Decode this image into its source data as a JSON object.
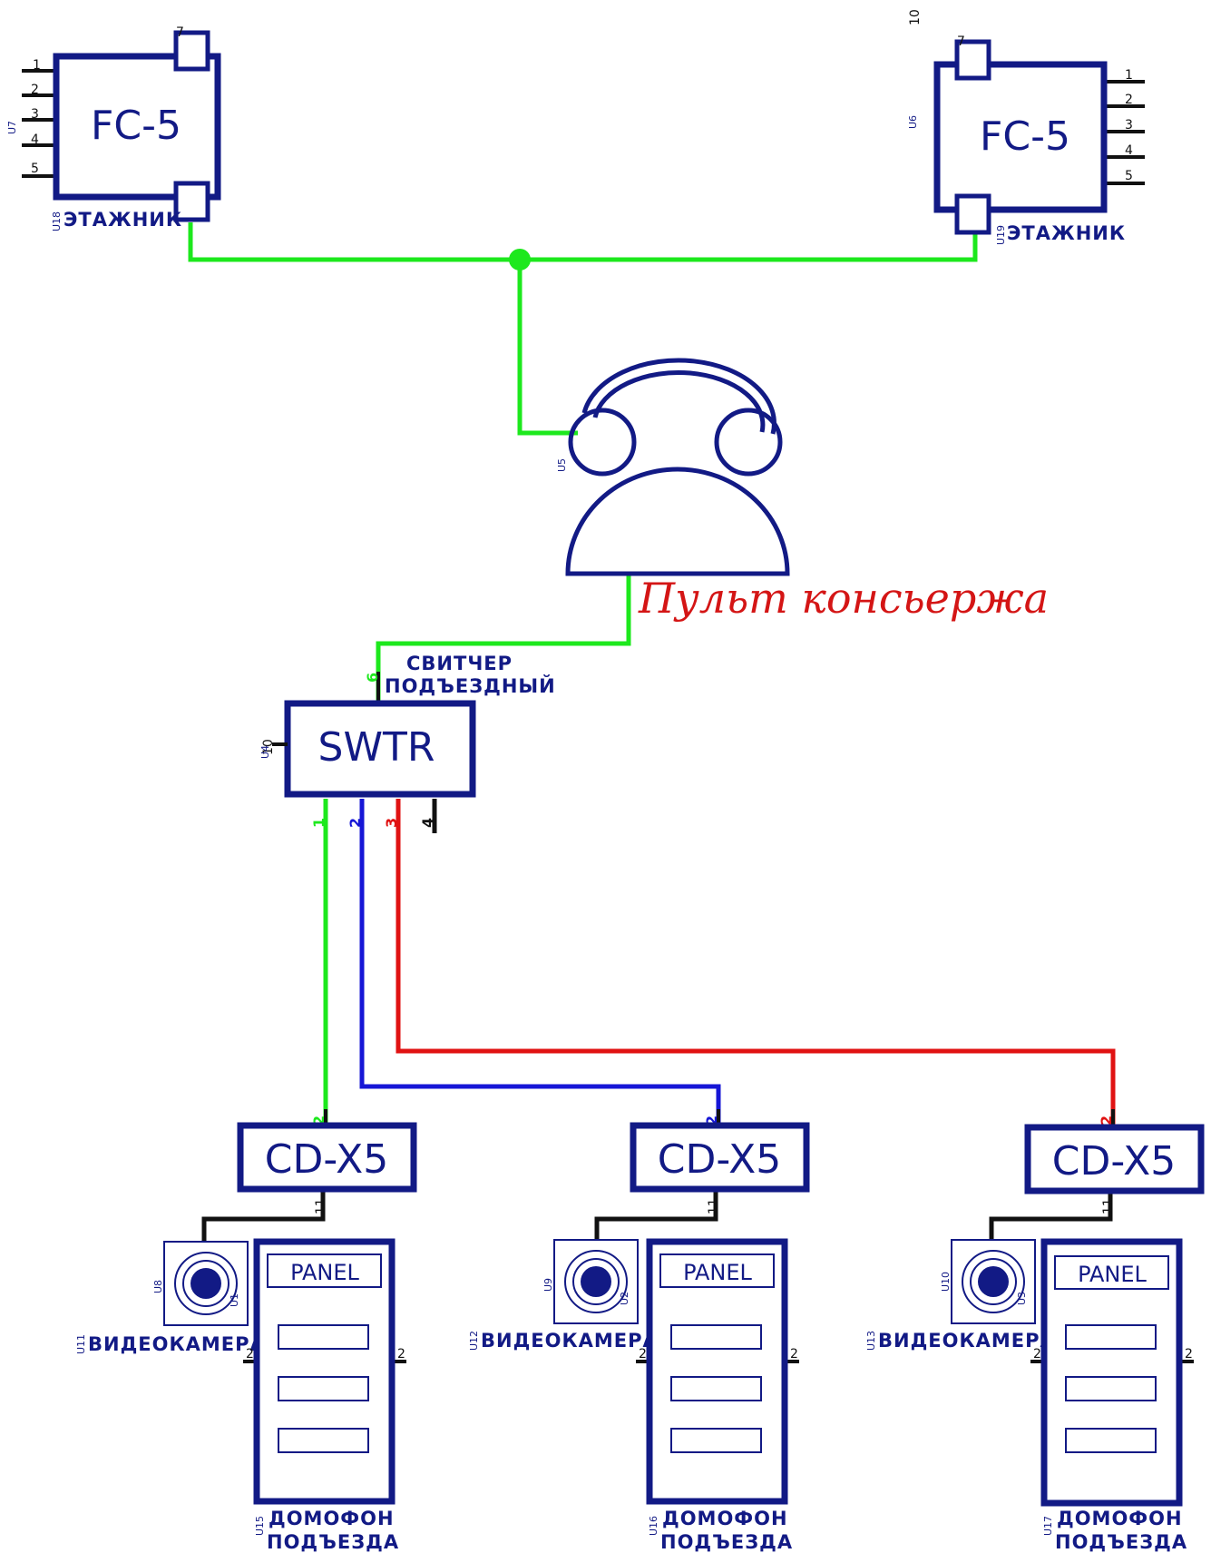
{
  "colors": {
    "outline": "#121a85",
    "line_green": "#1de81d",
    "line_blue": "#1616d6",
    "line_red": "#e01212",
    "line_black": "#111111",
    "console_label": "#d41515"
  },
  "floor_controllers": {
    "left": {
      "name": "FC-5",
      "ref": "U7",
      "label": "ЭТАЖНИК",
      "label_ref": "U18",
      "top_pin": "7",
      "pins": [
        "1",
        "2",
        "3",
        "4",
        "5"
      ]
    },
    "right": {
      "name": "FC-5",
      "ref": "U6",
      "label": "ЭТАЖНИК",
      "label_ref": "U19",
      "top_pin": "7",
      "corner_pin": "10",
      "pins": [
        "1",
        "2",
        "3",
        "4",
        "5"
      ]
    }
  },
  "console": {
    "ref": "U5",
    "label": "Пульт консьержа"
  },
  "switcher": {
    "name": "SWTR",
    "ref": "U4",
    "label_line1": "СВИТЧЕР",
    "label_line2": "ПОДЪЕЗДНЫЙ",
    "top_pin": "6",
    "left_pin": "10",
    "bottom_pins": [
      "1",
      "2",
      "3",
      "4"
    ]
  },
  "entrances": [
    {
      "cd_name": "CD-X5",
      "cd_in_pin": "2",
      "cd_out_pin": "11",
      "panel_name": "PANEL",
      "panel_label_line1": "ДОМОФОН",
      "panel_label_line2": "ПОДЪЕЗДА",
      "panel_ref": "U15",
      "panel_pin_left": "2",
      "panel_pin_right": "2",
      "camera_label": "ВИДЕОКАМЕРА",
      "camera_ref": "U8",
      "camera_inner_ref": "U1",
      "camera_label_ref": "U11"
    },
    {
      "cd_name": "CD-X5",
      "cd_in_pin": "2",
      "cd_out_pin": "11",
      "panel_name": "PANEL",
      "panel_label_line1": "ДОМОФОН",
      "panel_label_line2": "ПОДЪЕЗДА",
      "panel_ref": "U16",
      "panel_pin_left": "2",
      "panel_pin_right": "2",
      "camera_label": "ВИДЕОКАМЕРА",
      "camera_ref": "U9",
      "camera_inner_ref": "U2",
      "camera_label_ref": "U12"
    },
    {
      "cd_name": "CD-X5",
      "cd_in_pin": "2",
      "cd_out_pin": "11",
      "panel_name": "PANEL",
      "panel_label_line1": "ДОМОФОН",
      "panel_label_line2": "ПОДЪЕЗДА",
      "panel_ref": "U17",
      "panel_pin_left": "2",
      "panel_pin_right": "2",
      "camera_label": "ВИДЕОКАМЕРА",
      "camera_ref": "U10",
      "camera_inner_ref": "U3",
      "camera_label_ref": "U13"
    }
  ]
}
